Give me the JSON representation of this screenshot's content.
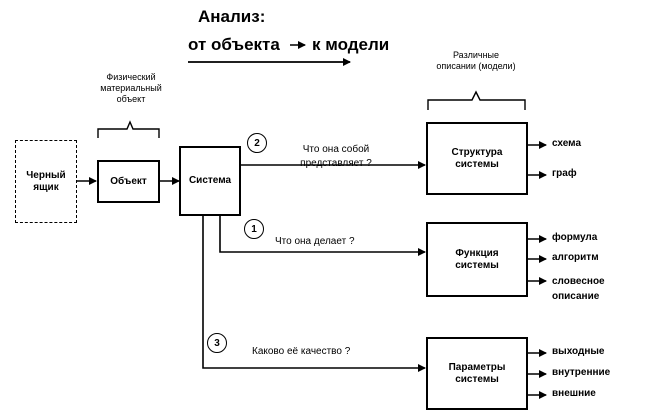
{
  "header": {
    "title_line1": "Анализ:",
    "title_line2_from": "от объекта",
    "title_line2_to": "к модели"
  },
  "notes": {
    "physical_object": "Физический\nматериальный\nобъект",
    "descriptions": "Различные\nописании (модели)"
  },
  "boxes": {
    "black_box": "Черный\nящик",
    "object": "Объект",
    "system": "Система",
    "structure": "Структура\nсистемы",
    "function": "Функция\nсистемы",
    "parameters": "Параметры\nсистемы"
  },
  "branches": [
    {
      "number": "2",
      "question": "Что она собой\nпредставляет ?"
    },
    {
      "number": "1",
      "question": "Что она делает ?"
    },
    {
      "number": "3",
      "question": "Каково её качество ?"
    }
  ],
  "outputs": {
    "structure": [
      "схема",
      "граф"
    ],
    "function": [
      "формула",
      "алгоритм",
      "словесное\nописание"
    ],
    "parameters": [
      "выходные",
      "внутренние",
      "внешние"
    ]
  }
}
